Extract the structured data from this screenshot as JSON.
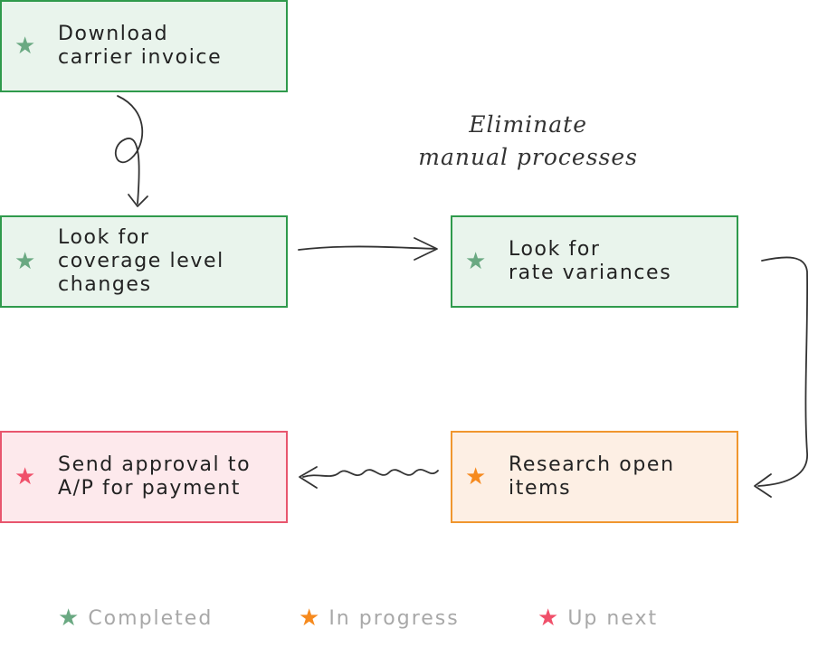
{
  "colors": {
    "completed": "#6aa982",
    "in_progress": "#f68a1e",
    "up_next": "#f0506a",
    "completed_border": "#2f9a4c",
    "in_progress_border": "#f0962e",
    "up_next_border": "#e8566e"
  },
  "steps": [
    {
      "label": "Download\ncarrier invoice",
      "status": "completed",
      "icon": "star-icon"
    },
    {
      "label": "Look for\ncoverage level\nchanges",
      "status": "completed",
      "icon": "star-icon"
    },
    {
      "label": "Look for\nrate variances",
      "status": "completed",
      "icon": "star-icon"
    },
    {
      "label": "Research open\nitems",
      "status": "in_progress",
      "icon": "star-icon"
    },
    {
      "label": "Send approval to\nA/P for payment",
      "status": "up_next",
      "icon": "star-icon"
    }
  ],
  "note": "Eliminate\nmanual processes",
  "legend": [
    {
      "label": "Completed",
      "status": "completed"
    },
    {
      "label": "In progress",
      "status": "in_progress"
    },
    {
      "label": "Up next",
      "status": "up_next"
    }
  ]
}
